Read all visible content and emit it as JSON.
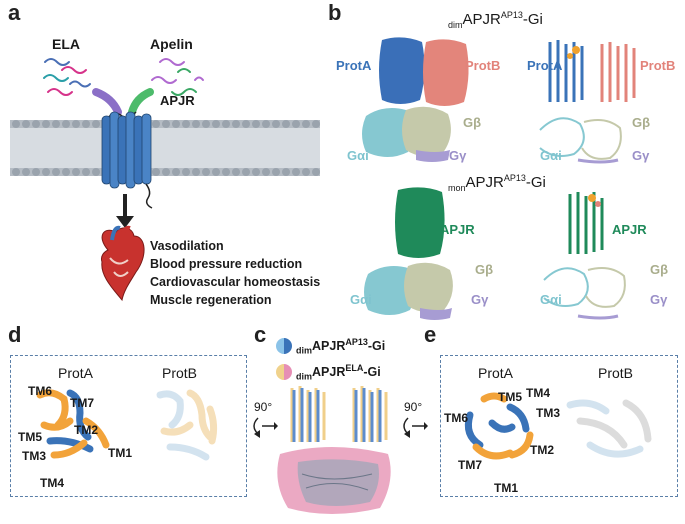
{
  "panels": {
    "a": "a",
    "b": "b",
    "c": "c",
    "d": "d",
    "e": "e"
  },
  "panel_a": {
    "ligand1": "ELA",
    "ligand2": "Apelin",
    "receptor": "APJR",
    "effects": [
      "Vasodilation",
      "Blood pressure reduction",
      "Cardiovascular homeostasis",
      "Muscle regeneration"
    ]
  },
  "panel_b": {
    "title_dim_sub": "dim",
    "title_dim_main": "APJR",
    "title_dim_sup": "AP13",
    "title_dim_suffix": "-Gi",
    "title_mon_sub": "mon",
    "title_mon_main": "APJR",
    "title_mon_sup": "AP13",
    "title_mon_suffix": "-Gi",
    "protA": "ProtA",
    "protB": "ProtB",
    "gai": "Gαi",
    "gb": "Gβ",
    "gg": "Gγ",
    "apjr": "APJR"
  },
  "panel_c": {
    "legend1_sub": "dim",
    "legend1_main": "APJR",
    "legend1_sup": "AP13",
    "legend1_suffix": "-Gi",
    "legend2_sub": "dim",
    "legend2_main": "APJR",
    "legend2_sup": "ELA",
    "legend2_suffix": "-Gi",
    "rot_left": "90°",
    "rot_right": "90°"
  },
  "panel_d": {
    "protA": "ProtA",
    "protB": "ProtB",
    "tms": [
      "TM6",
      "TM7",
      "TM2",
      "TM5",
      "TM3",
      "TM1",
      "TM4"
    ]
  },
  "panel_e": {
    "protA": "ProtA",
    "protB": "ProtB",
    "tms": [
      "TM5",
      "TM4",
      "TM3",
      "TM6",
      "TM2",
      "TM7",
      "TM1"
    ]
  },
  "colors": {
    "membrane": "#9aa3ad",
    "receptor": "#3a73b8",
    "protB": "#e2837a",
    "gai": "#7fc4cf",
    "gb": "#c9cdb0",
    "gg": "#9a8fc8",
    "mon_apjr": "#1f8a5a",
    "orange": "#f0a22e"
  }
}
